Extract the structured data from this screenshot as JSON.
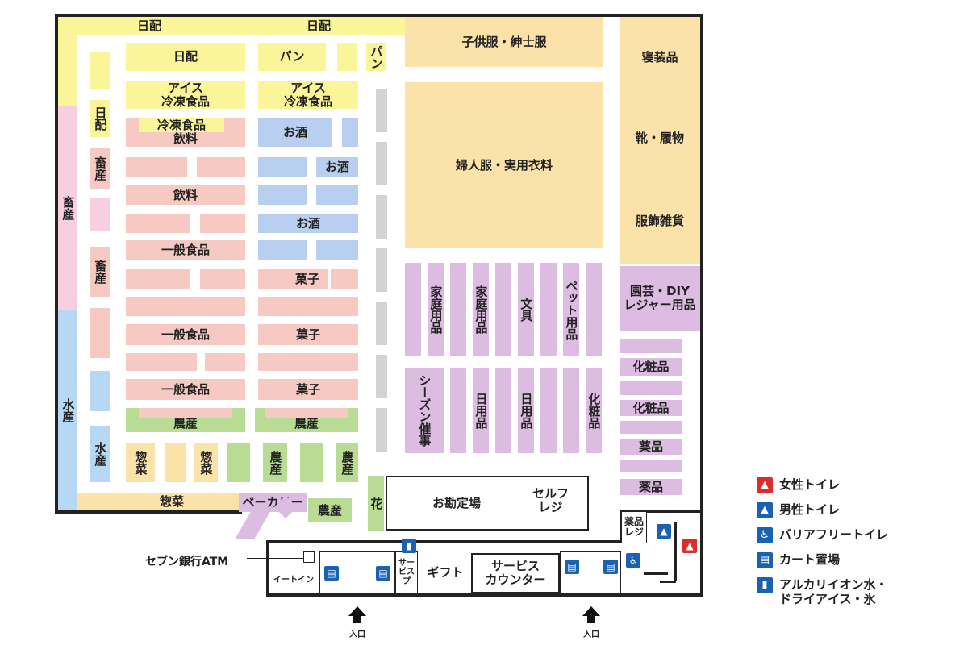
{
  "zones": {
    "nichihai_top_left": "日配",
    "nichihai_top_right": "日配",
    "nichihai_1": "日配",
    "pan_1": "パン",
    "pan_2": "パン",
    "ice_1": "アイス\n冷凍食品",
    "ice_2": "アイス\n冷凍食品",
    "reito_inner": "冷凍食品",
    "inryo_1": "飲料",
    "inryo_2": "飲料",
    "osake_1": "お酒",
    "osake_2": "お酒",
    "osake_3": "お酒",
    "ippan_1": "一般食品",
    "ippan_2": "一般食品",
    "ippan_3": "一般食品",
    "kashi_1": "菓子",
    "kashi_2": "菓子",
    "kashi_3": "菓子",
    "nosan_1": "農産",
    "nosan_2": "農産",
    "nosan_3": "農産",
    "nosan_4": "農産",
    "nosan_5": "農産",
    "sozai_1": "惣菜",
    "sozai_2": "惣菜",
    "sozai_bottom": "惣菜",
    "nichihai_side": "日配",
    "chikusan_1": "畜産",
    "chikusan_2": "畜産",
    "chikusan_wall": "畜産",
    "suisan_wall": "水産",
    "suisan_1": "水産",
    "bakery": "ベーカリー",
    "hana": "花",
    "kodomo": "子供服・紳士服",
    "fujin": "婦人服・実用衣料",
    "shingu": "寝装品",
    "kutsu": "靴・履物",
    "fukushoku": "服飾雑貨",
    "engei": "園芸・DIY\nレジャー用品",
    "katei_1": "家庭用品",
    "katei_2": "家庭用品",
    "bungu": "文具",
    "pet": "ペット用品",
    "season": "シーズン催事",
    "nichiyo_1": "日用品",
    "nichiyo_2": "日用品",
    "kesho_v": "化粧品",
    "kesho_1": "化粧品",
    "kesho_2": "化粧品",
    "yakuhin_1": "薬品",
    "yakuhin_2": "薬品",
    "okanjo": "お勘定場",
    "self_reji": "セルフ\nレジ",
    "gift": "ギフト",
    "service": "サービス\nカウンター",
    "service_small": "サービス\nプ",
    "eat_in": "イートイン",
    "yakuhin_reji": "薬品\nレジ",
    "atm": "セブン銀行ATM",
    "entrance_1": "入口",
    "entrance_2": "入口"
  },
  "legend": [
    {
      "icon": "female-toilet-icon",
      "label": "女性トイレ",
      "color": "#e02b2b"
    },
    {
      "icon": "male-toilet-icon",
      "label": "男性トイレ",
      "color": "#1b61b3"
    },
    {
      "icon": "accessible-toilet-icon",
      "label": "バリアフリートイレ",
      "color": "#1b61b3"
    },
    {
      "icon": "cart-icon",
      "label": "カート置場",
      "color": "#1b61b3"
    },
    {
      "icon": "water-ice-icon",
      "label": "アルカリイオン水・\nドライアイス・氷",
      "color": "#1b61b3"
    }
  ]
}
